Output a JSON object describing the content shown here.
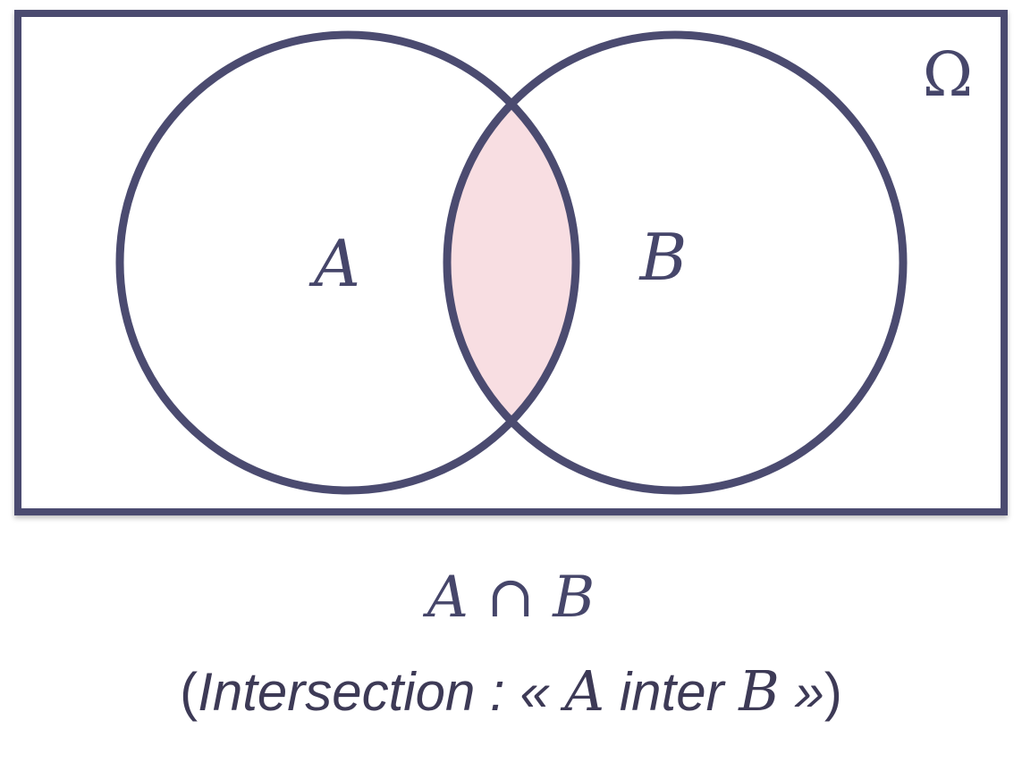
{
  "diagram": {
    "universe_label": "Ω",
    "set_a_label": "A",
    "set_b_label": "B",
    "colors": {
      "stroke": "#4b4b70",
      "intersection_fill": "#f8dee2",
      "text": "#46466a",
      "background": "#ffffff"
    }
  },
  "formula": {
    "left": "A",
    "operator": "∩",
    "right": "B"
  },
  "caption": {
    "open_paren": "(",
    "word": "Intersection :",
    "open_quote": "«",
    "set_a": "A",
    "inter": "inter",
    "set_b": "B",
    "close_quote": "»",
    "close_paren": ")"
  }
}
